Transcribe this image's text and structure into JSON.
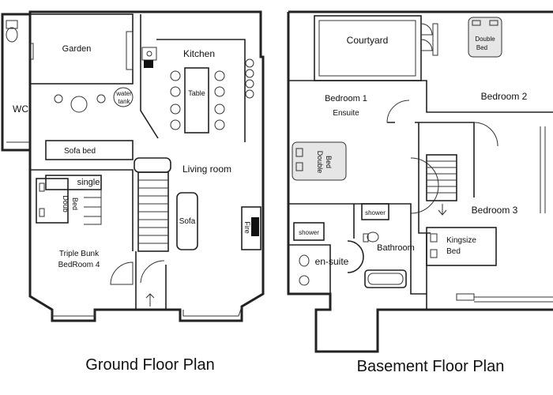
{
  "ground_floor": {
    "title": "Ground Floor Plan",
    "rooms": {
      "garden": "Garden",
      "kitchen": "Kitchen",
      "wc": "WC",
      "water_tank_1": "water",
      "water_tank_2": "tank",
      "table": "Table",
      "sofa_bed": "Sofa bed",
      "living_room": "Living room",
      "single": "single",
      "double_bed_1": "Doub",
      "double_bed_2": "Bed",
      "sofa": "Sofa",
      "fire": "Fire",
      "bedroom4_1": "Triple Bunk",
      "bedroom4_2": "BedRoom 4"
    }
  },
  "basement_floor": {
    "title": "Basement Floor Plan",
    "rooms": {
      "courtyard": "Courtyard",
      "double_bed_top_1": "Double",
      "double_bed_top_2": "Bed",
      "bedroom1_1": "Bedroom 1",
      "bedroom1_2": "Ensuite",
      "bedroom2": "Bedroom 2",
      "double_bed_1": "Double",
      "double_bed_2": "Bed",
      "bedroom3": "Bedroom 3",
      "shower_1": "shower",
      "shower_2": "shower",
      "bathroom": "Bathroom",
      "en_suite": "en-suite",
      "kingsize_1": "Kingsize",
      "kingsize_2": "Bed"
    }
  }
}
